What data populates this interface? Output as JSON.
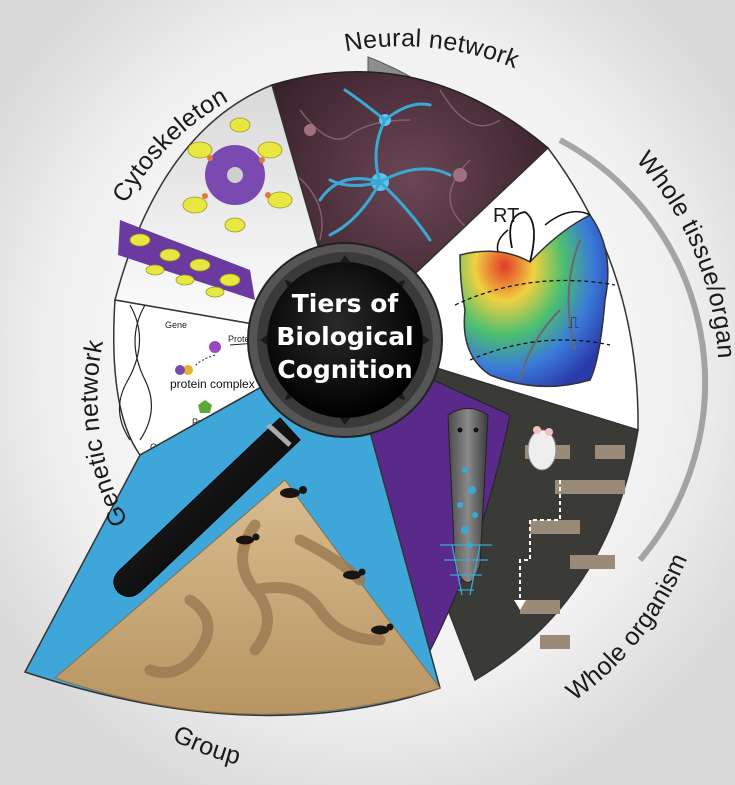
{
  "center_title": {
    "line1": "Tiers of",
    "line2": "Biological",
    "line3": "Cognition"
  },
  "tiers": {
    "neural": "Neural network",
    "cytoskeleton": "Cytoskeleton",
    "tissue": "Whole tissue/organ",
    "genetic": "Genetic network",
    "organism": "Whole organism",
    "group": "Group"
  },
  "genetic_panel": {
    "protein2": "Protein2",
    "protein3": "Protein3",
    "complex": "protein complex",
    "gene": "Gene",
    "gene4": "Gene4"
  },
  "tissue_panel": {
    "rt": "RT",
    "pulse": "⎍"
  },
  "colors": {
    "ring": "#7d7d7d",
    "lens_black": "#0e0e0e",
    "neural_bg": "#4a2a36",
    "neural_cell": "#3aa8d6",
    "cyto_purple": "#6a3aa0",
    "cyto_yellow": "#e8e640",
    "organism_purple": "#5a2a8a",
    "maze_bg": "#3a3a36",
    "sand": "#c8a97a",
    "water": "#3ea6d8"
  }
}
